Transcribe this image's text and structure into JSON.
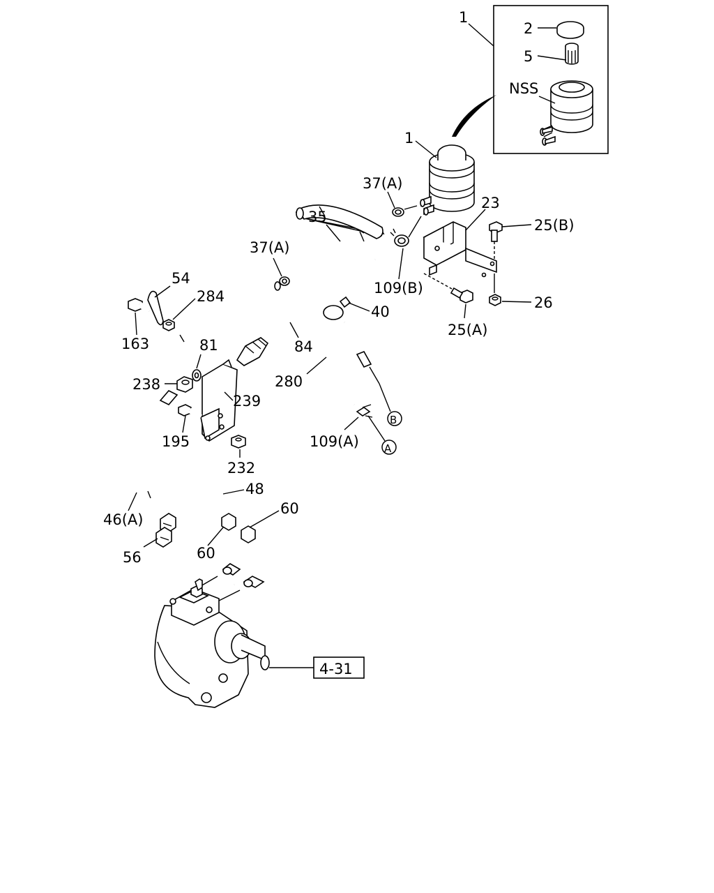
{
  "diagram": {
    "callouts": {
      "c1_top": "1",
      "c2": "2",
      "c5": "5",
      "nss": "NSS",
      "c1": "1",
      "c37a_top": "37(A)",
      "c23": "23",
      "c25b": "25(B)",
      "c35": "35",
      "c37a": "37(A)",
      "c54": "54",
      "c284": "284",
      "c163": "163",
      "c109b": "109(B)",
      "c40": "40",
      "c26": "26",
      "c25a": "25(A)",
      "c81": "81",
      "c84": "84",
      "c280": "280",
      "c238": "238",
      "c239": "239",
      "c195": "195",
      "c109a": "109(A)",
      "c232": "232",
      "c48": "48",
      "c60_right": "60",
      "c46a": "46(A)",
      "c60_left": "60",
      "c56": "56",
      "ref_4_31": "4-31"
    },
    "connectors": {
      "A": "A",
      "B": "B"
    }
  }
}
